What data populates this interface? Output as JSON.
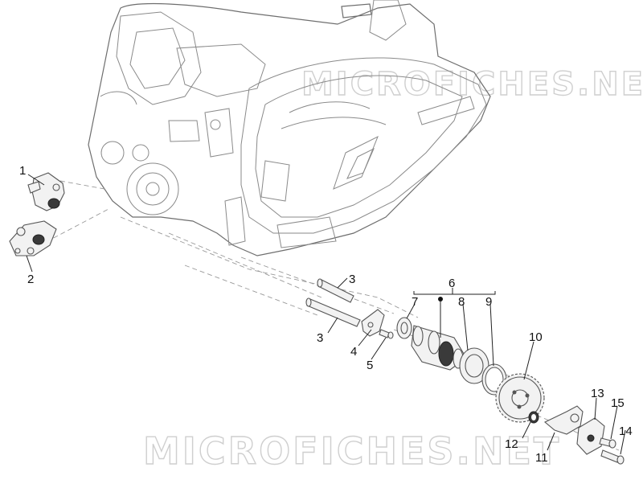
{
  "watermark": {
    "top": "MICROFICHES.NET",
    "bottom": "MICROFICHES.NET"
  },
  "callouts": {
    "c1": "1",
    "c2": "2",
    "c3a": "3",
    "c3b": "3",
    "c4": "4",
    "c5": "5",
    "c6": "6",
    "c7": "7",
    "c8": "8",
    "c9": "9",
    "c10": "10",
    "c11": "11",
    "c12": "12",
    "c13": "13",
    "c14": "14",
    "c15": "15"
  },
  "colors": {
    "line": "#555555",
    "callout_text": "#111111",
    "watermark": "#cfcfcf"
  }
}
